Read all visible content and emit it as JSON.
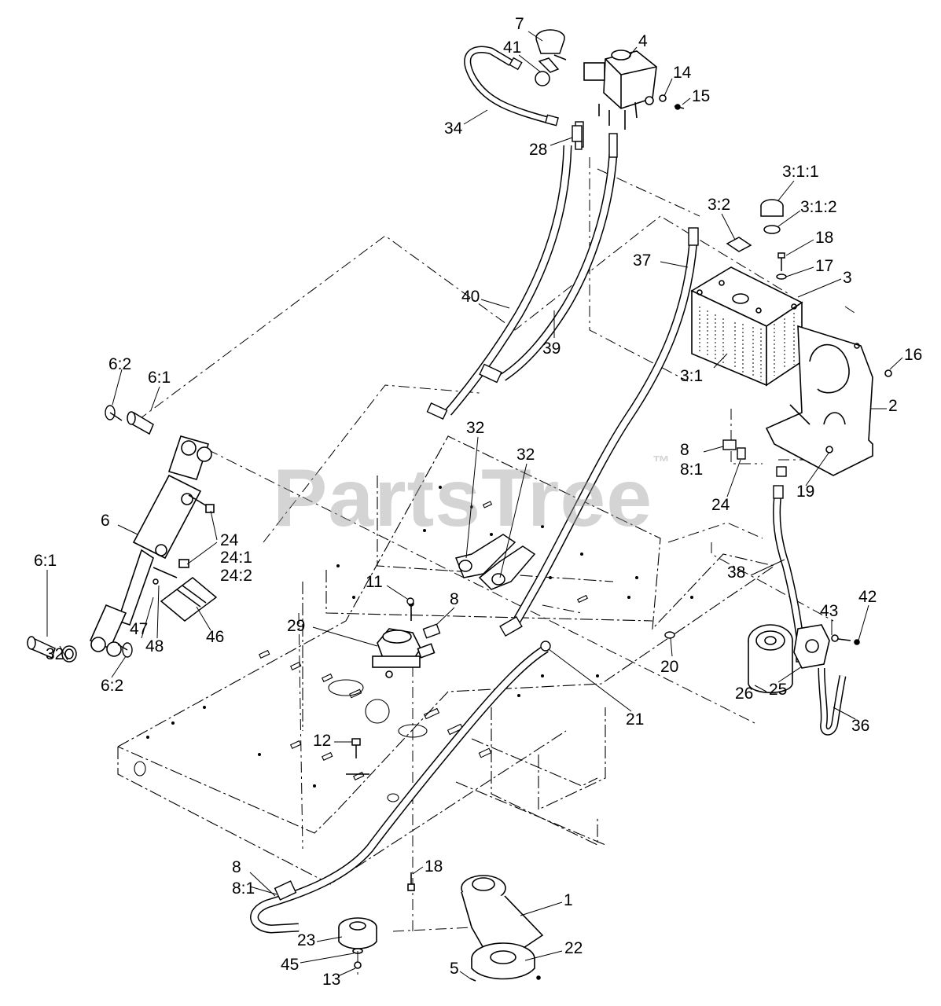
{
  "watermark": {
    "text": "PartsTree",
    "trademark": "™"
  },
  "callouts": [
    {
      "label": "7"
    },
    {
      "label": "41"
    },
    {
      "label": "4"
    },
    {
      "label": "14"
    },
    {
      "label": "15"
    },
    {
      "label": "34"
    },
    {
      "label": "28"
    },
    {
      "label": "3:1:1"
    },
    {
      "label": "3:2"
    },
    {
      "label": "3:1:2"
    },
    {
      "label": "18"
    },
    {
      "label": "37"
    },
    {
      "label": "17"
    },
    {
      "label": "3"
    },
    {
      "label": "40"
    },
    {
      "label": "39"
    },
    {
      "label": "16"
    },
    {
      "label": "6:2"
    },
    {
      "label": "6:1"
    },
    {
      "label": "3:1"
    },
    {
      "label": "2"
    },
    {
      "label": "32"
    },
    {
      "label": "32"
    },
    {
      "label": "8"
    },
    {
      "label": "8:1"
    },
    {
      "label": "19"
    },
    {
      "label": "24"
    },
    {
      "label": "6"
    },
    {
      "label": "24"
    },
    {
      "label": "24:1"
    },
    {
      "label": "24:2"
    },
    {
      "label": "6:1"
    },
    {
      "label": "38"
    },
    {
      "label": "11"
    },
    {
      "label": "8"
    },
    {
      "label": "43"
    },
    {
      "label": "42"
    },
    {
      "label": "29"
    },
    {
      "label": "47"
    },
    {
      "label": "32"
    },
    {
      "label": "48"
    },
    {
      "label": "46"
    },
    {
      "label": "20"
    },
    {
      "label": "26"
    },
    {
      "label": "25"
    },
    {
      "label": "6:2"
    },
    {
      "label": "21"
    },
    {
      "label": "36"
    },
    {
      "label": "12"
    },
    {
      "label": "8"
    },
    {
      "label": "18"
    },
    {
      "label": "8:1"
    },
    {
      "label": "1"
    },
    {
      "label": "23"
    },
    {
      "label": "22"
    },
    {
      "label": "45"
    },
    {
      "label": "5"
    },
    {
      "label": "13"
    }
  ],
  "colors": {
    "line": "#000000",
    "watermark": "#a0a0a0",
    "background": "#ffffff"
  }
}
